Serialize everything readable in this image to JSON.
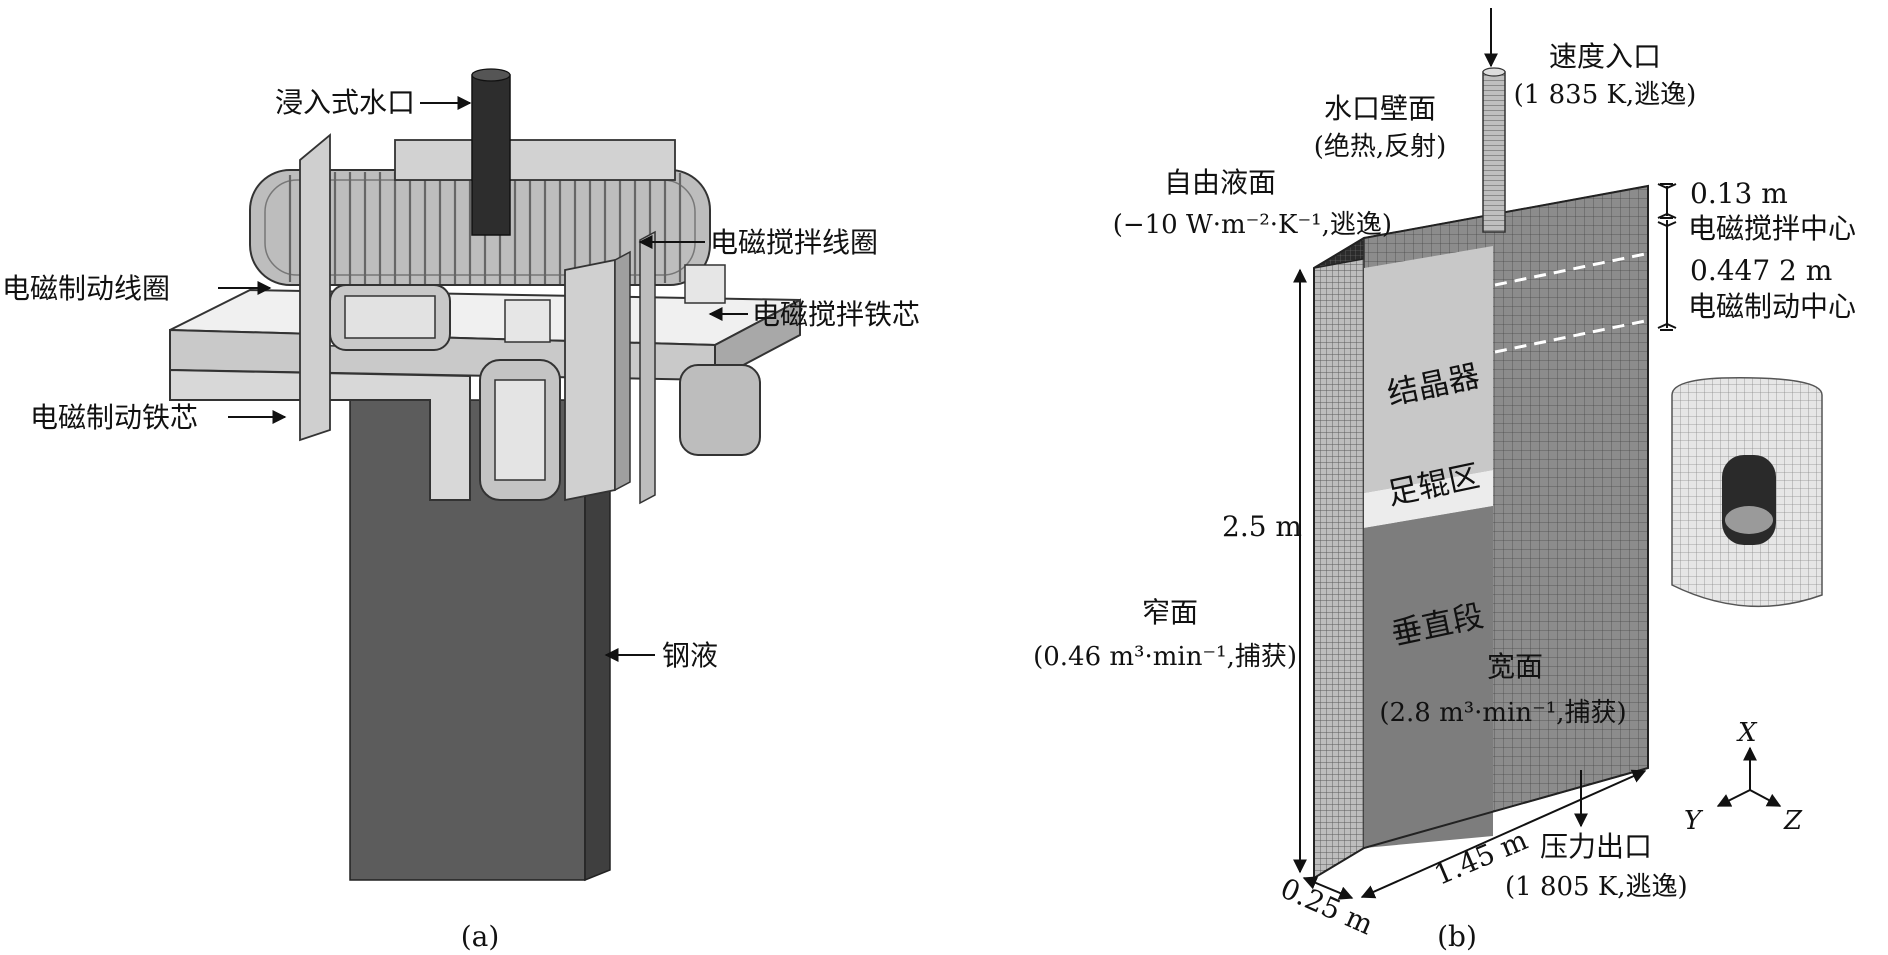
{
  "panel_a": {
    "caption": "(a)",
    "labels": {
      "sen": "浸入式水口",
      "ems_coil": "电磁搅拌线圈",
      "emb_coil": "电磁制动线圈",
      "ems_core": "电磁搅拌铁芯",
      "emb_core": "电磁制动铁芯",
      "steel": "钢液"
    }
  },
  "panel_b": {
    "caption": "(b)",
    "labels": {
      "velocity_inlet": "速度入口",
      "velocity_inlet_cond": "(1 835 K,逃逸)",
      "nozzle_wall": "水口壁面",
      "nozzle_wall_cond": "(绝热,反射)",
      "free_surface": "自由液面",
      "free_surface_cond": "(−10 W·m⁻²·K⁻¹,逃逸)",
      "dim_013": "0.13 m",
      "ems_center": "电磁搅拌中心",
      "dim_04472": "0.447 2 m",
      "emb_center": "电磁制动中心",
      "mold": "结晶器",
      "foot_roll": "足辊区",
      "vertical": "垂直段",
      "height": "2.5 m",
      "narrow_face": "窄面",
      "narrow_face_cond": "(0.46 m³·min⁻¹,捕获)",
      "wide_face": "宽面",
      "wide_face_cond": "(2.8 m³·min⁻¹,捕获)",
      "pressure_outlet": "压力出口",
      "pressure_outlet_cond": "(1 805 K,逃逸)",
      "thickness": "0.25 m",
      "width": "1.45 m"
    },
    "axes": {
      "x": "X",
      "y": "Y",
      "z": "Z"
    }
  }
}
